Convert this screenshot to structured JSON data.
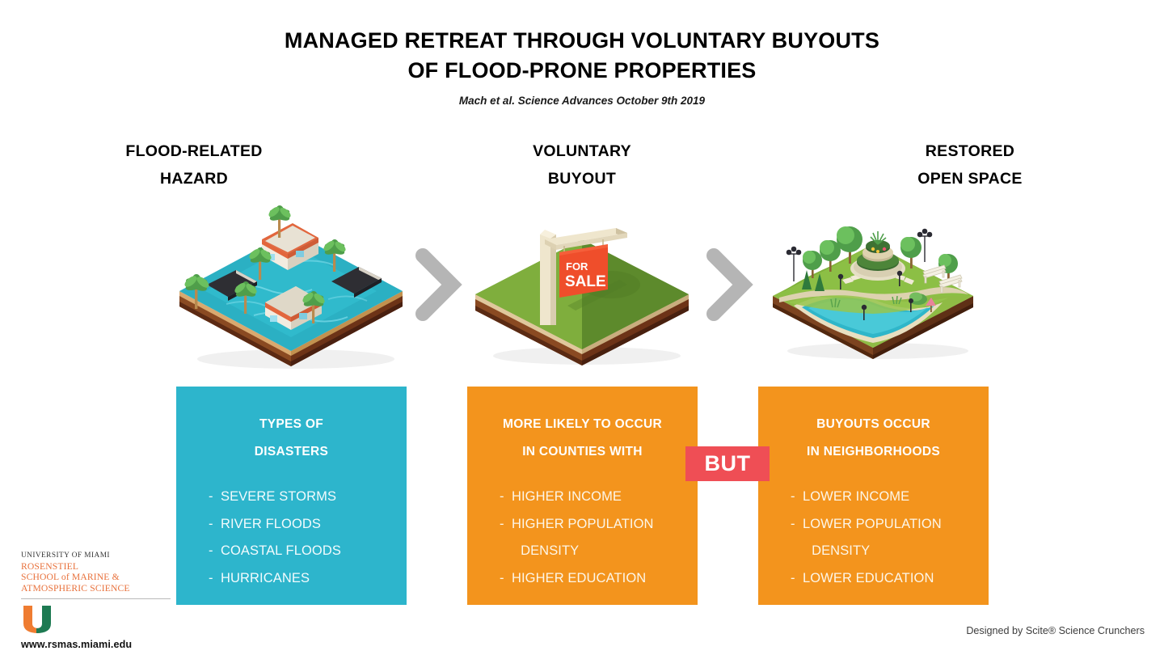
{
  "title": {
    "line1": "MANAGED RETREAT THROUGH VOLUNTARY BUYOUTS",
    "line2": "OF FLOOD-PRONE PROPERTIES",
    "subtitle": "Mach et al. Science Advances October 9th 2019"
  },
  "columns": [
    {
      "header_line1": "FLOOD-RELATED",
      "header_line2": "HAZARD",
      "illustration": "isometric-flooded-neighborhood",
      "panel": {
        "color": "#2db5cc",
        "head_line1": "TYPES OF",
        "head_line2": "DISASTERS",
        "items": [
          "-  SEVERE STORMS",
          "-  RIVER FLOODS",
          "-  COASTAL FLOODS",
          "-  HURRICANES"
        ]
      }
    },
    {
      "header_line1": "VOLUNTARY",
      "header_line2": "BUYOUT",
      "illustration": "isometric-vacant-lot-for-sale-sign",
      "sign_text_line1": "FOR",
      "sign_text_line2": "SALE",
      "panel": {
        "color": "#f3941d",
        "head_line1": "MORE LIKELY TO OCCUR",
        "head_line2": "IN COUNTIES WITH",
        "items": [
          "-  HIGHER INCOME",
          "-  HIGHER POPULATION\n   DENSITY",
          "-  HIGHER EDUCATION"
        ]
      }
    },
    {
      "header_line1": "RESTORED",
      "header_line2": "OPEN SPACE",
      "illustration": "isometric-restored-park-with-pond",
      "panel": {
        "color": "#f3941d",
        "head_line1": "BUYOUTS OCCUR",
        "head_line2": "IN NEIGHBORHOODS",
        "items": [
          "-  LOWER INCOME",
          "-  LOWER POPULATION\n   DENSITY",
          "-  LOWER EDUCATION"
        ]
      }
    }
  ],
  "connectors": {
    "icon": "chevron-right-icon",
    "color": "#b5b5b5"
  },
  "contrast_badge": {
    "label": "BUT",
    "color": "#ef4e55"
  },
  "logo": {
    "university": "UNIVERSITY OF MIAMI",
    "school_line1": "ROSENSTIEL",
    "school_line2": "SCHOOL of MARINE &",
    "school_line3": "ATMOSPHERIC SCIENCE",
    "mark": "um-u-logo",
    "mark_orange": "#ef7c31",
    "mark_green": "#1d7a52",
    "url": "www.rsmas.miami.edu",
    "accent": "#e8703a"
  },
  "credit": "Designed by Scite® Science Crunchers"
}
